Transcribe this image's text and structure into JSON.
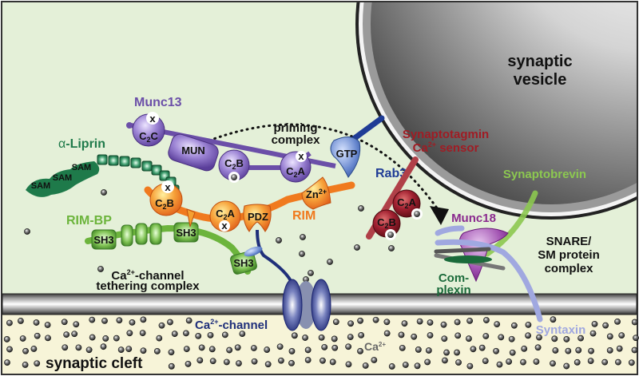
{
  "title": "Synaptic vesicle release machinery at the active zone",
  "colors": {
    "cytoplasm": "#e4f0d8",
    "cleft": "#f7f4d8",
    "munc13": "#6b4fa8",
    "liprin": "#1e7a4a",
    "rim": "#f07a1e",
    "rim_bp": "#6cb43c",
    "rab3": "#1f3c96",
    "synaptotagmin": "#a01c24",
    "synaptobrevin": "#8cc850",
    "munc18": "#8a2a8e",
    "complexin": "#1a6a3a",
    "syntaxin": "#a0a8e0",
    "ca_channel": "#1f2f7a"
  },
  "regions": {
    "vesicle": [
      "synaptic",
      "vesicle"
    ],
    "cleft": "synaptic cleft",
    "cleft_ion": {
      "base": "Ca",
      "sup": "2+"
    }
  },
  "proteins": {
    "munc13": {
      "name": "Munc13",
      "domains": {
        "c2c": {
          "base": "C",
          "sub": "2",
          "tail": "C"
        },
        "mun": "MUN",
        "c2b": {
          "base": "C",
          "sub": "2",
          "tail": "B"
        },
        "c2a": {
          "base": "C",
          "sub": "2",
          "tail": "A"
        }
      },
      "mark": "x"
    },
    "liprin": {
      "name_prefix": "α",
      "name": "-Liprin",
      "domains": [
        "SAM",
        "SAM",
        "SAM"
      ]
    },
    "rim": {
      "name": "RIM",
      "domains": {
        "c2b": {
          "base": "C",
          "sub": "2",
          "tail": "B"
        },
        "c2a": {
          "base": "C",
          "sub": "2",
          "tail": "A"
        },
        "pdz": "PDZ",
        "zn": {
          "base": "Zn",
          "sup": "2+"
        }
      },
      "mark": "x"
    },
    "rim_bp": {
      "name": "RIM-BP",
      "domains": [
        "SH3",
        "SH3",
        "SH3"
      ]
    },
    "rab3": {
      "name": "Rab3",
      "domain": "GTP"
    },
    "synaptotagmin": {
      "name": "Synaptotagmin",
      "subtitle": {
        "base": "Ca",
        "sup": "2+",
        "tail": " sensor"
      },
      "domains": {
        "c2a": {
          "base": "C",
          "sub": "2",
          "tail": "A"
        },
        "c2b": {
          "base": "C",
          "sub": "2",
          "tail": "B"
        }
      }
    },
    "synaptobrevin": {
      "name": "Synaptobrevin"
    },
    "munc18": {
      "name": "Munc18"
    },
    "complexin": {
      "name": [
        "Com-",
        "plexin"
      ]
    },
    "syntaxin": {
      "name": "Syntaxin"
    },
    "ca_channel": {
      "name": {
        "base": "Ca",
        "sup": "2+",
        "tail": "-channel"
      }
    }
  },
  "complexes": {
    "priming": [
      "priming",
      "complex"
    ],
    "tethering": {
      "line1": {
        "base": "Ca",
        "sup": "2+",
        "tail": "-channel"
      },
      "line2": "tethering complex"
    },
    "snare": [
      "SNARE/",
      "SM protein",
      "complex"
    ]
  }
}
